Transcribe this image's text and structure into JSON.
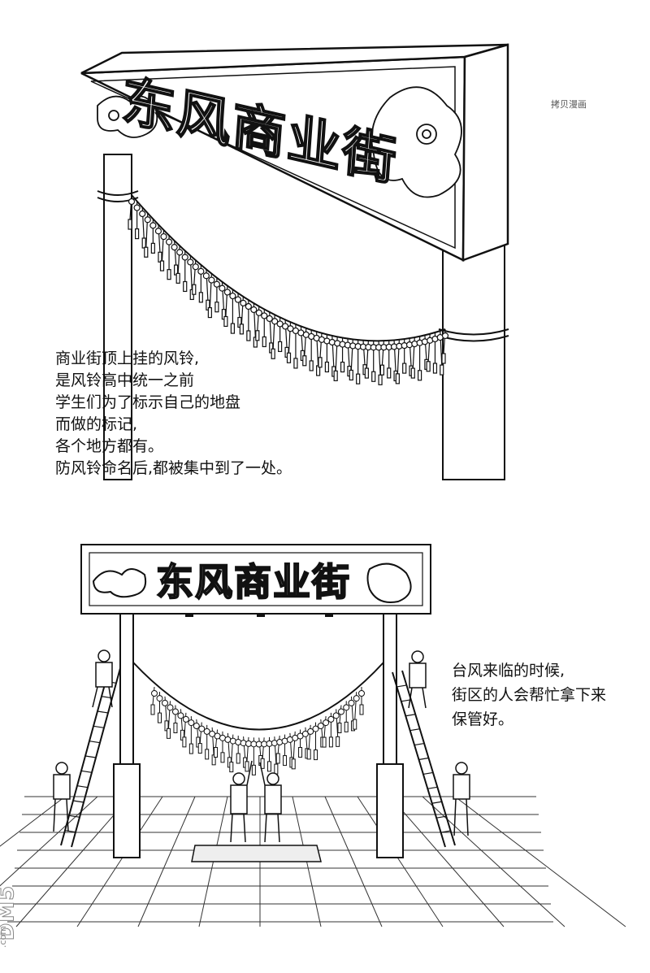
{
  "top_panel": {
    "sign_text": "东风商业街",
    "caption_lines": [
      "商业街顶上挂的风铃,",
      "是风铃高中统一之前",
      "学生们为了标示自己的地盘",
      "而做的标记,",
      "各个地方都有。",
      "防风铃命名后,都被集中到了一处。"
    ]
  },
  "bottom_panel": {
    "sign_text": "东风商业街",
    "caption_lines": [
      "台风来临的时候,",
      "街区的人会帮忙拿下来",
      "保管好。"
    ]
  },
  "watermark": "拷贝漫画",
  "logo": {
    "text": "DM5",
    "sub": ".com"
  }
}
